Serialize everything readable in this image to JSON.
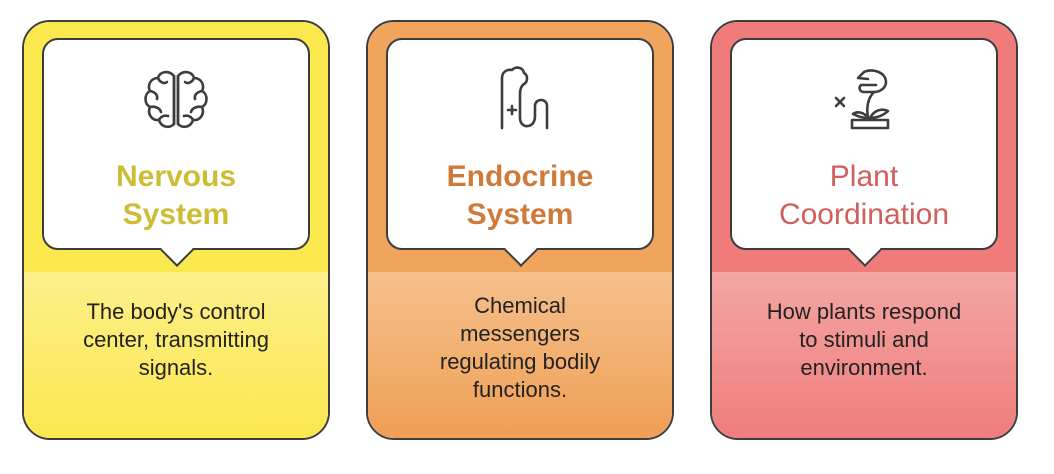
{
  "cards": [
    {
      "id": "nervous",
      "title_line1": "Nervous",
      "title_line2": "System",
      "description": [
        "The body's control",
        "center, transmitting",
        "signals."
      ],
      "icon": "brain-icon",
      "accent_color": "#fbe84f",
      "title_color": "#cdbd35"
    },
    {
      "id": "endocrine",
      "title_line1": "Endocrine",
      "title_line2": "System",
      "description": [
        "Chemical",
        "messengers",
        "regulating bodily",
        "functions."
      ],
      "icon": "gland-icon",
      "accent_color": "#f0a45c",
      "title_color": "#d07a3a"
    },
    {
      "id": "plant",
      "title_line1": "Plant",
      "title_line2": "Coordination",
      "description": [
        "How plants respond",
        "to stimuli and",
        "environment."
      ],
      "icon": "venus-flytrap-icon",
      "accent_color": "#ef7b7a",
      "title_color": "#d05e5c"
    }
  ]
}
